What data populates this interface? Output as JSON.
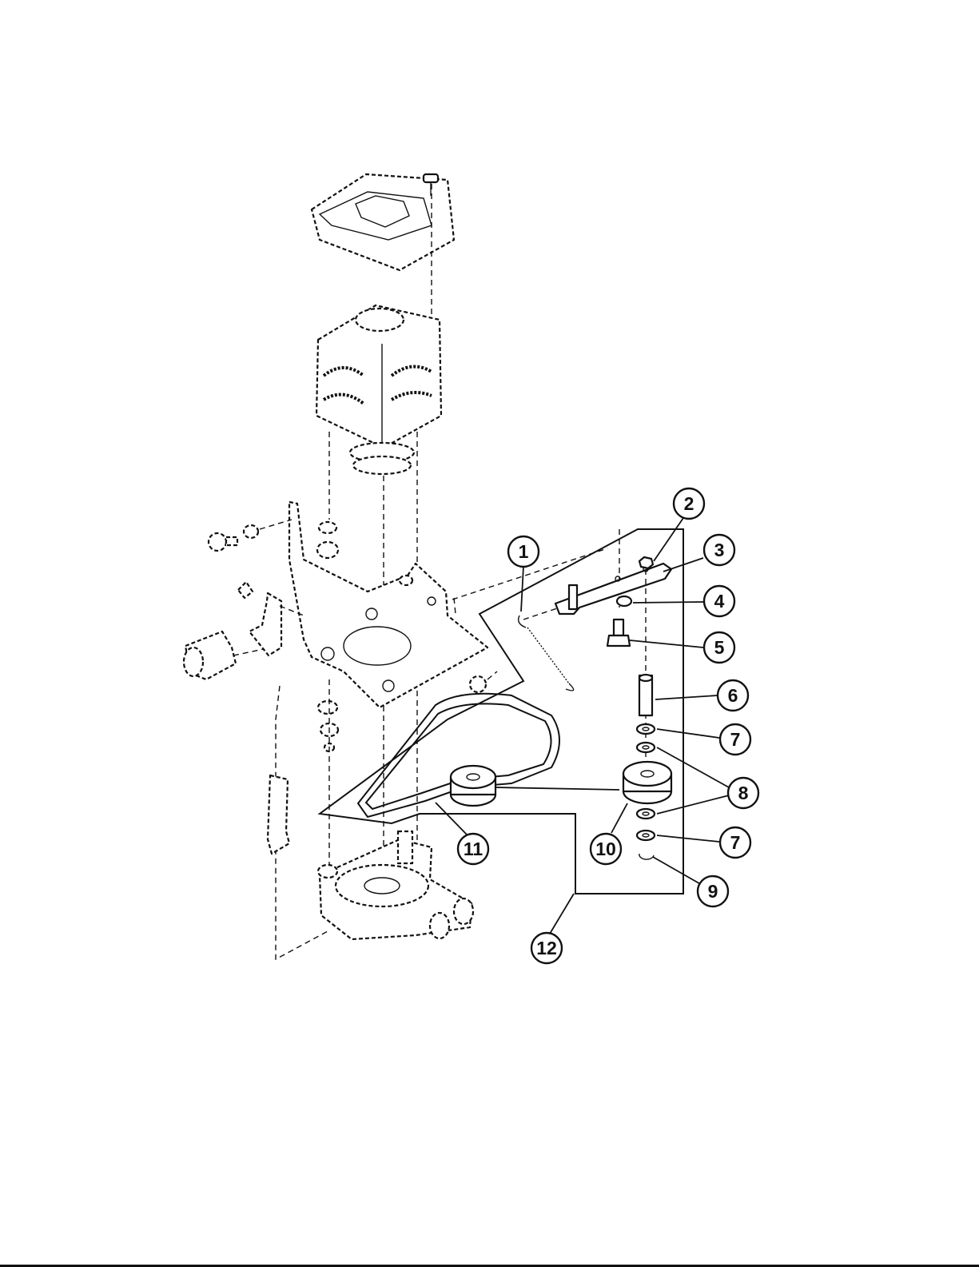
{
  "callouts": [
    {
      "id": "1",
      "label": "1"
    },
    {
      "id": "2",
      "label": "2"
    },
    {
      "id": "3",
      "label": "3"
    },
    {
      "id": "4",
      "label": "4"
    },
    {
      "id": "5",
      "label": "5"
    },
    {
      "id": "6",
      "label": "6"
    },
    {
      "id": "7a",
      "label": "7"
    },
    {
      "id": "7b",
      "label": "7"
    },
    {
      "id": "8",
      "label": "8"
    },
    {
      "id": "9",
      "label": "9"
    },
    {
      "id": "10",
      "label": "10"
    },
    {
      "id": "11",
      "label": "11"
    },
    {
      "id": "12",
      "label": "12"
    }
  ]
}
